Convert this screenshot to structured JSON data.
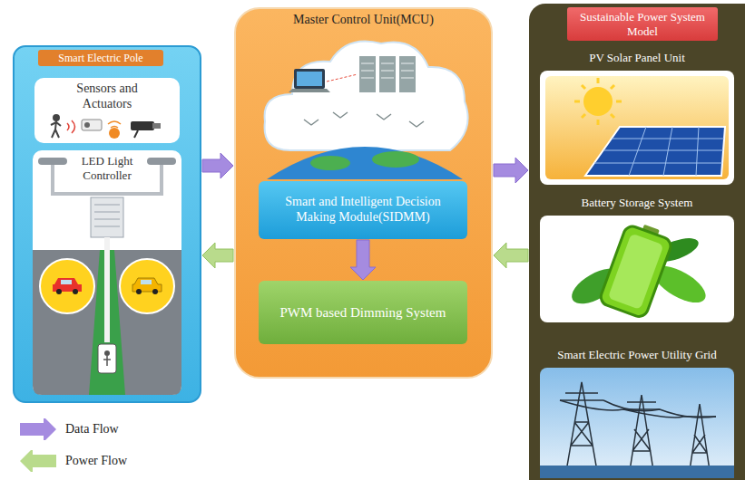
{
  "diagram": {
    "nodes": [
      {
        "text": [
          "Smart Electric Pole"
        ]
      },
      {
        "text": [
          "Sensors and Actuators"
        ],
        "in": 0
      },
      {
        "text": [
          "LED Light Controller"
        ],
        "in": 0
      },
      {
        "text": [
          "Master Control Unit(MCU)"
        ]
      },
      {
        "text": [
          "Smart and Intelligent Decision Making Module(SIDMM)"
        ],
        "in": 3
      },
      {
        "text": [
          "PWM based Dimming System"
        ],
        "in": 3
      },
      {
        "text": [
          "Sustainable Power System Model"
        ]
      },
      {
        "text": [
          "PV Solar Panel Unit"
        ],
        "in": 6
      },
      {
        "text": [
          "Battery Storage System"
        ],
        "in": 6
      },
      {
        "text": [
          "Smart Electric Power Utility Grid"
        ],
        "in": 6
      }
    ],
    "edges": [
      {
        "from": 0,
        "to": 3,
        "arrow": "to"
      },
      {
        "from": 3,
        "to": 0,
        "arrow": "to"
      },
      {
        "from": 3,
        "to": 6,
        "arrow": "to"
      },
      {
        "from": 6,
        "to": 3,
        "arrow": "to"
      },
      {
        "from": 4,
        "to": 5,
        "arrow": "to"
      }
    ],
    "legend": [
      {
        "text": "Data Flow",
        "color": "#a58be0"
      },
      {
        "text": "Power Flow",
        "color": "#b9db8c"
      }
    ]
  }
}
